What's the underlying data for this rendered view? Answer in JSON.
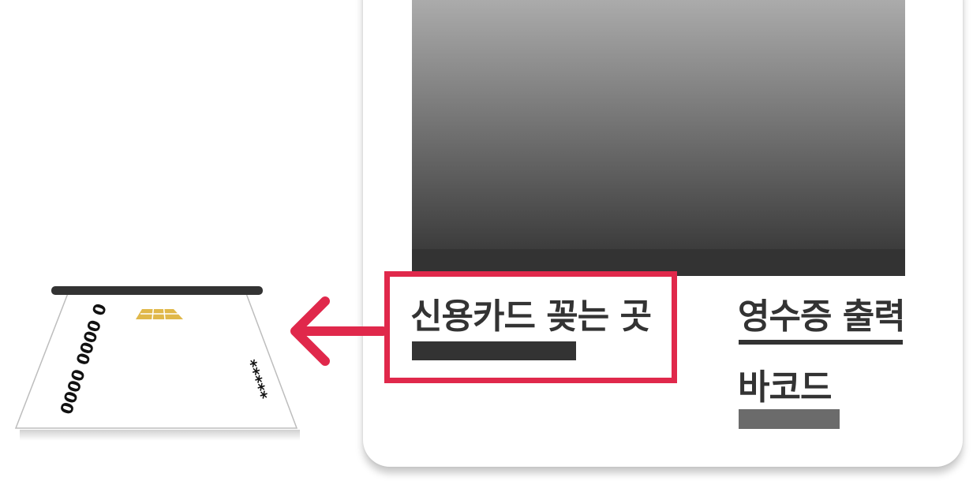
{
  "instruction": {
    "card_slot_label": "신용카드 꽂는 곳",
    "receipt_label": "영수증 출력",
    "barcode_label": "바코드"
  },
  "card": {
    "number_text": "0000 0000 0",
    "masked_text": "*****"
  },
  "colors": {
    "highlight": "#e0284b",
    "chip": "#e0b84a",
    "text": "#333333"
  },
  "icons": {
    "pointer": "left-arrow-icon",
    "chip": "ic-chip-icon"
  }
}
